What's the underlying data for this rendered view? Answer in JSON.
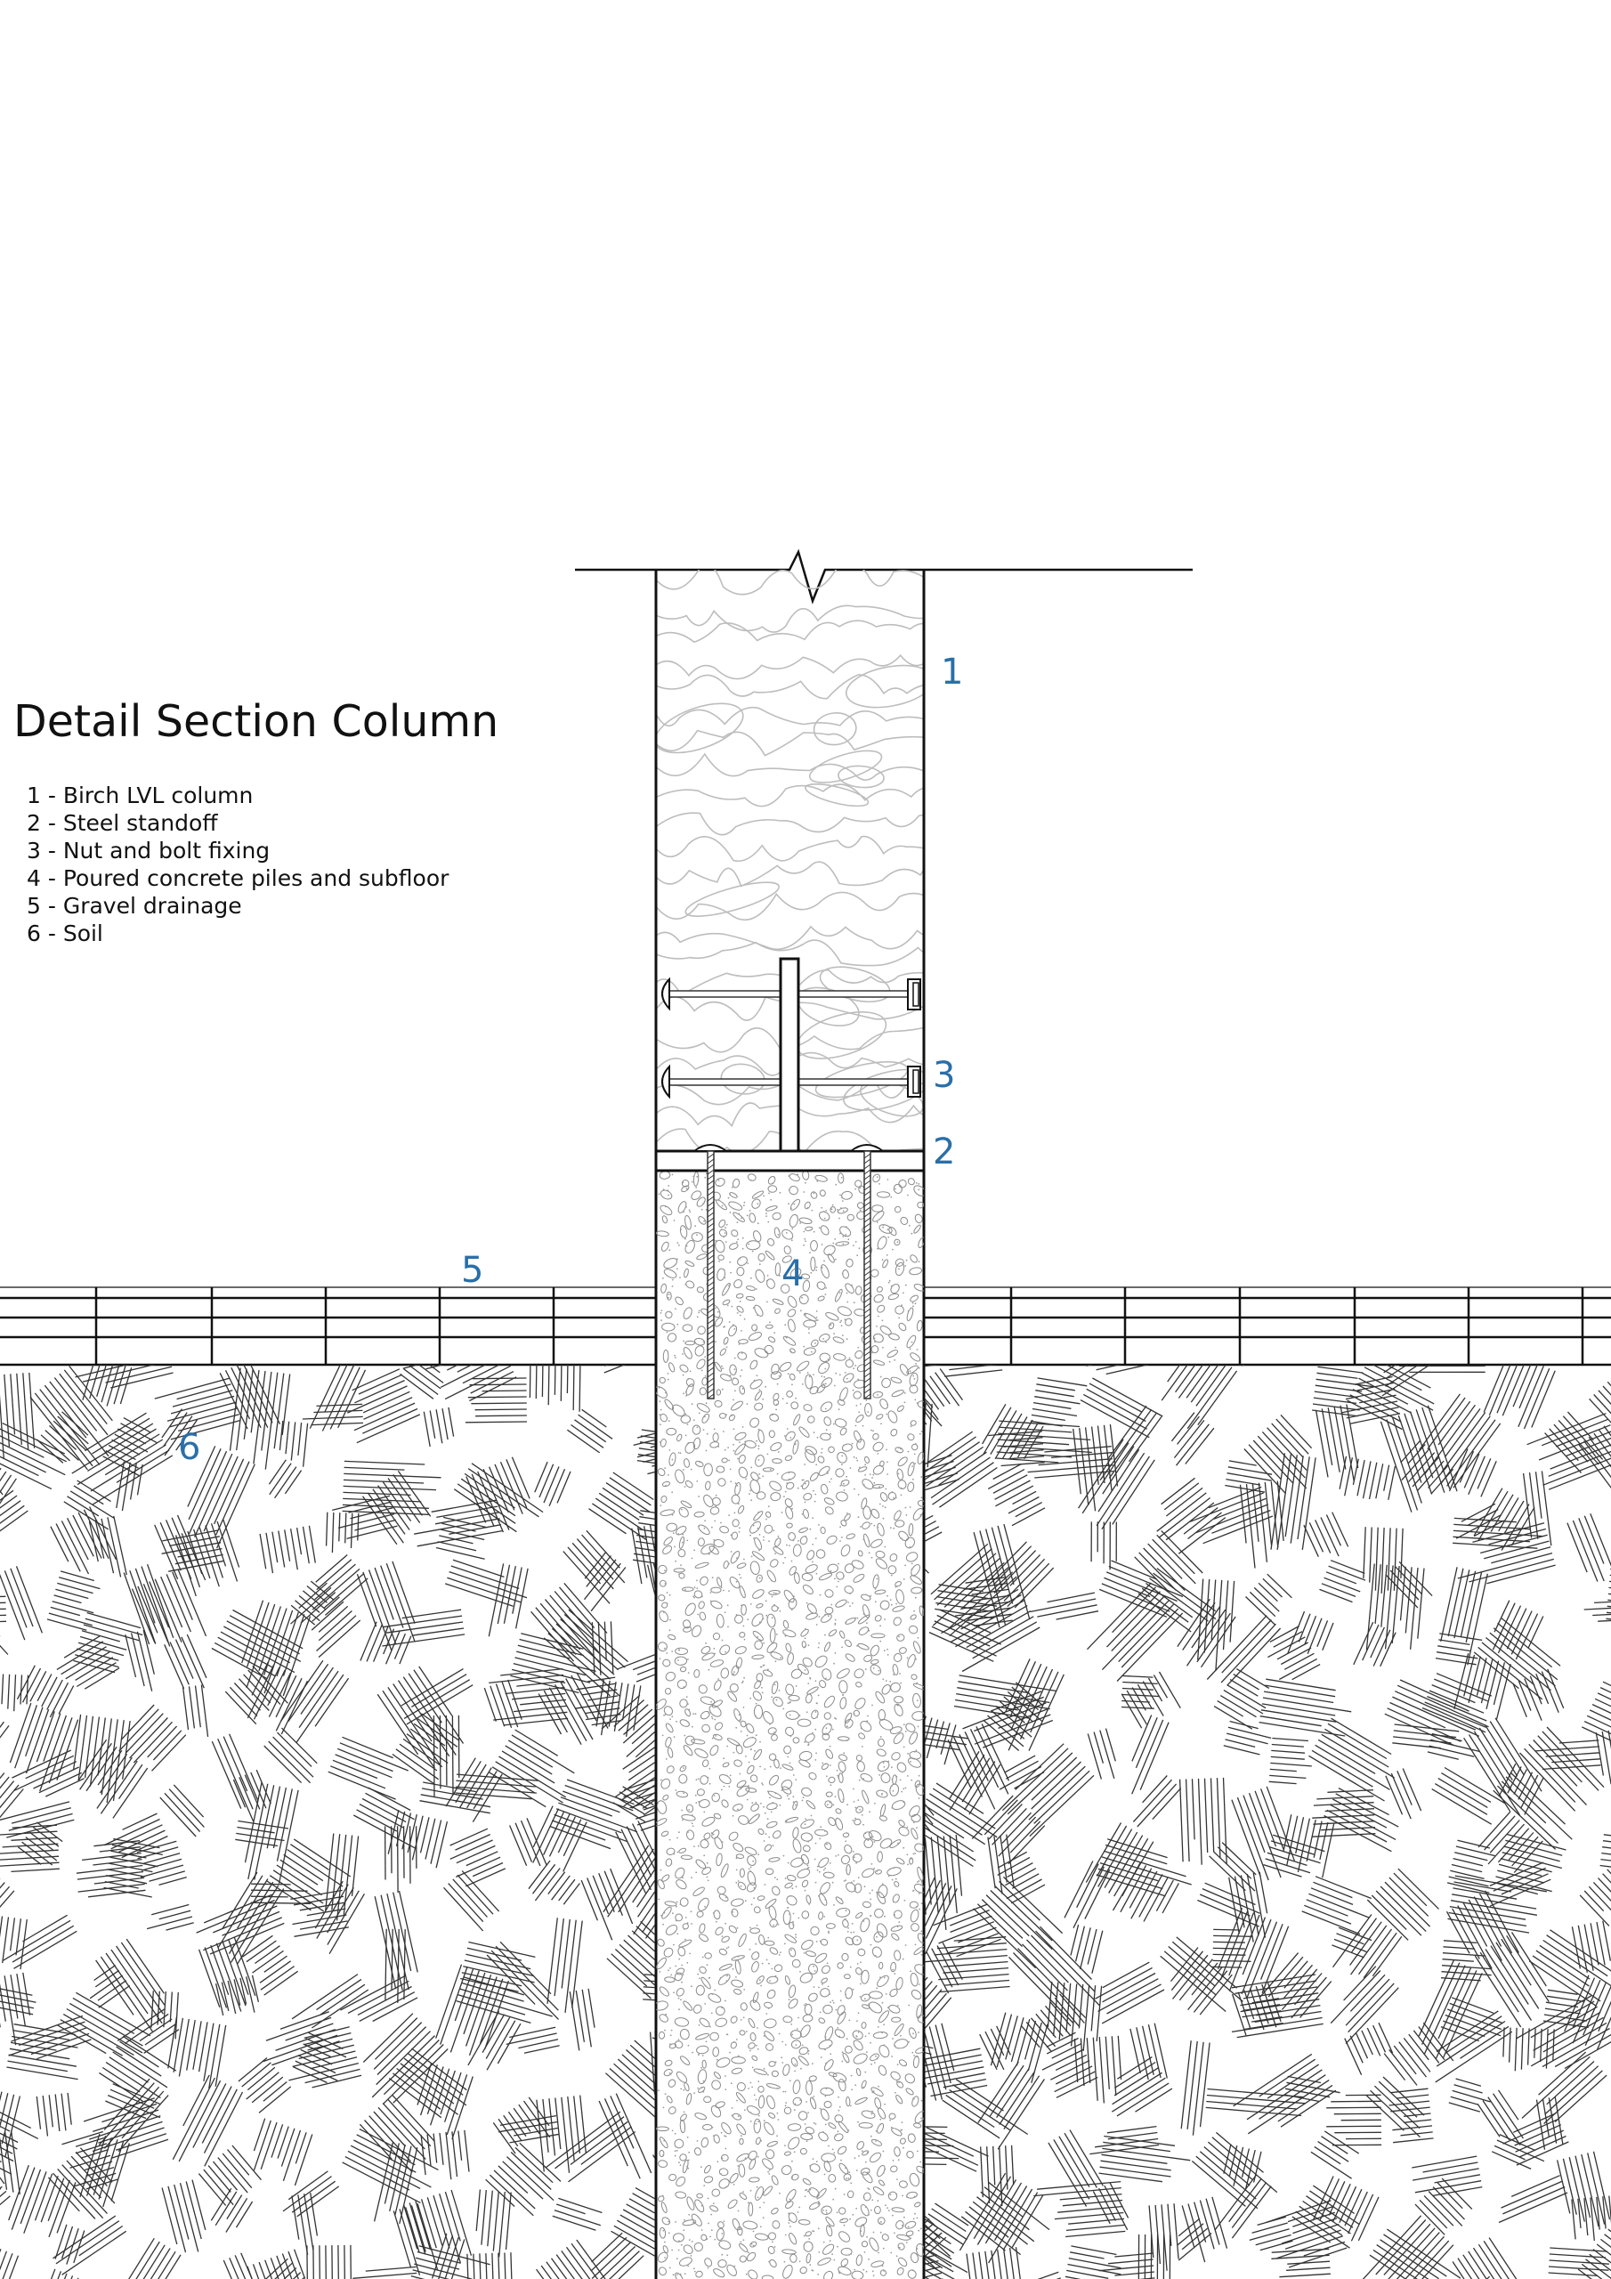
{
  "title": "Detail Section Column",
  "legend": [
    {
      "num": "1",
      "text": "1 - Birch LVL column"
    },
    {
      "num": "2",
      "text": "2 - Steel standoff"
    },
    {
      "num": "3",
      "text": "3 - Nut and bolt fixing"
    },
    {
      "num": "4",
      "text": "4 - Poured concrete piles and subfloor"
    },
    {
      "num": "5",
      "text": "5 - Gravel drainage"
    },
    {
      "num": "6",
      "text": "6 - Soil"
    }
  ],
  "callouts": {
    "c1": "1",
    "c2": "2",
    "c3": "3",
    "c4": "4",
    "c5": "5",
    "c6": "6"
  },
  "colors": {
    "callout": "#2a6fa8",
    "line": "#111111",
    "hatch": "#333333",
    "wood_grain": "#bdbdbd",
    "concrete": "#8a8a8a"
  }
}
